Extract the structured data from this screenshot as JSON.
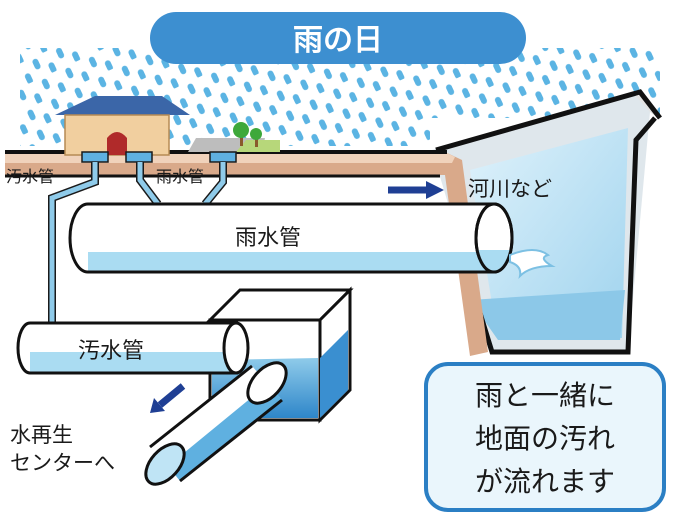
{
  "title": "雨の日",
  "labels": {
    "sewage_pipe_small": "汚水管",
    "rain_pipe_small": "雨水管",
    "rain_pipe_main": "雨水管",
    "sewage_pipe_main": "汚水管",
    "river": "河川など",
    "reclamation_line1": "水再生",
    "reclamation_line2": "センターへ"
  },
  "note": {
    "line1": "雨と一緒に",
    "line2": "地面の汚れ",
    "line3": "が流れます"
  },
  "colors": {
    "title_bg": "#3d8fd0",
    "rain": "#5bb4e3",
    "ground_top": "#f0d2bb",
    "ground_band": "#d9a98a",
    "water_light": "#aadcf2",
    "water_mid": "#6bbde6",
    "water_dark": "#2e86c9",
    "arrow": "#1f3f94",
    "note_border": "#2b7fc4",
    "note_bg": "#eaf6fc"
  },
  "icons": [
    "house-icon",
    "tree-icon",
    "flow-arrow-icon"
  ]
}
